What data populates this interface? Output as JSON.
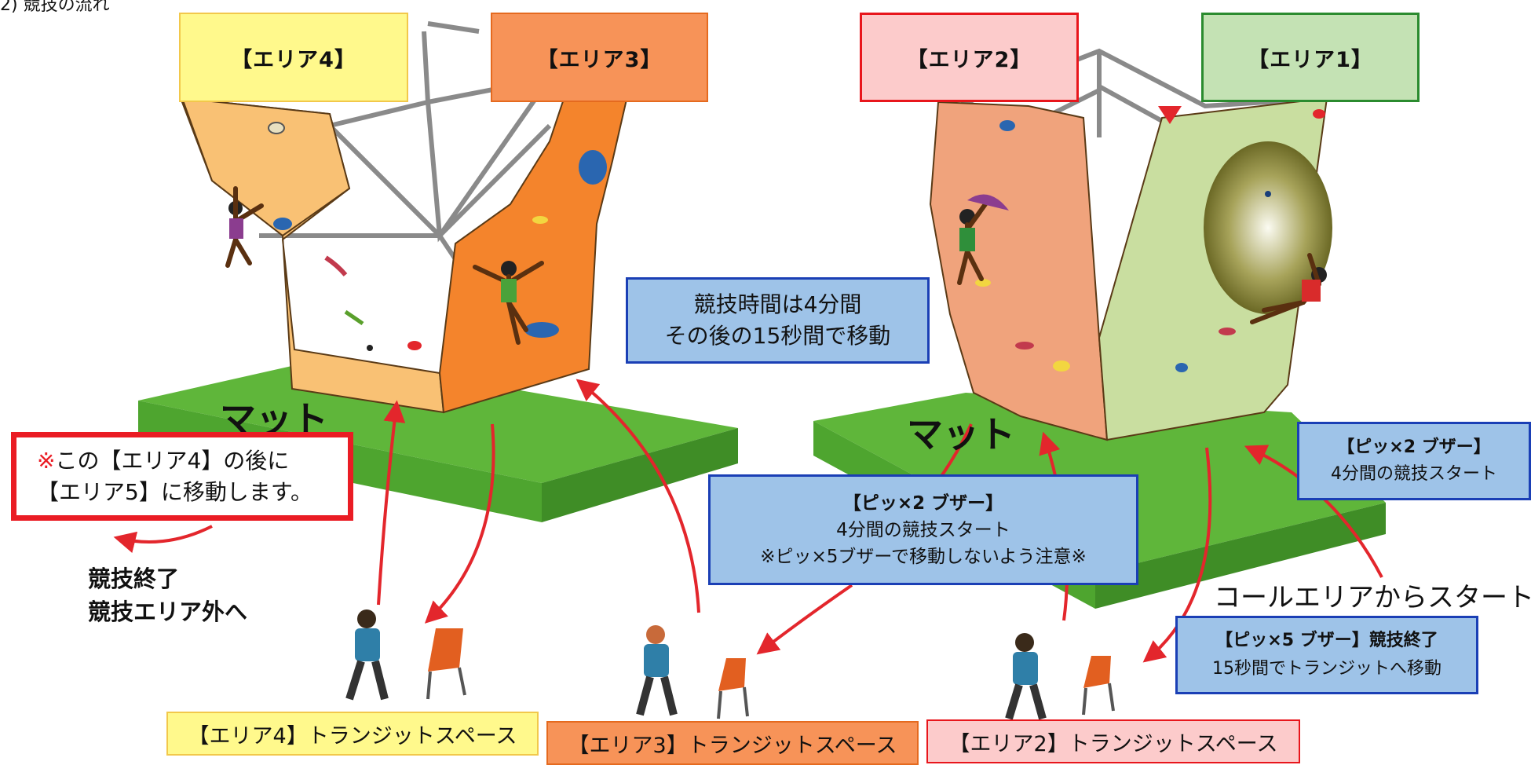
{
  "step_title": "2) 競技の流れ",
  "areas": {
    "area4": "【エリア4】",
    "area3": "【エリア3】",
    "area2": "【エリア2】",
    "area1": "【エリア1】"
  },
  "mats": {
    "left": "マット",
    "right": "マット"
  },
  "notes": {
    "time_line1": "競技時間は4分間",
    "time_line2": "その後の15秒間で移動",
    "buzz2_center_title": "【ピッ×2 ブザー】",
    "buzz2_center_line2": "4分間の競技スタート",
    "buzz2_center_line3": "※ピッ×5ブザーで移動しないよう注意※",
    "buzz2_right_title": "【ピッ×2 ブザー】",
    "buzz2_right_line2": "4分間の競技スタート",
    "buzz5_line1": "【ピッ×5 ブザー】競技終了",
    "buzz5_line2": "15秒間でトランジットへ移動",
    "area5_mark": "※",
    "area5_line1": "この【エリア4】の後に",
    "area5_line2": "【エリア5】に移動します。"
  },
  "finish": {
    "line1": "競技終了",
    "line2": "競技エリア外へ"
  },
  "call_area_start": "コールエリアからスタート",
  "transit": {
    "area4": "【エリア4】トランジットスペース",
    "area3": "【エリア3】トランジットスペース",
    "area2": "【エリア2】トランジットスペース"
  },
  "colors": {
    "mat": "#5fb63a",
    "wall_area4": "#f9c174",
    "wall_area3": "#f4842c",
    "wall_area2": "#f0a37c",
    "wall_area1": "#c9dea0",
    "arrow": "#e3262c",
    "frame": "#8a8a8a"
  }
}
